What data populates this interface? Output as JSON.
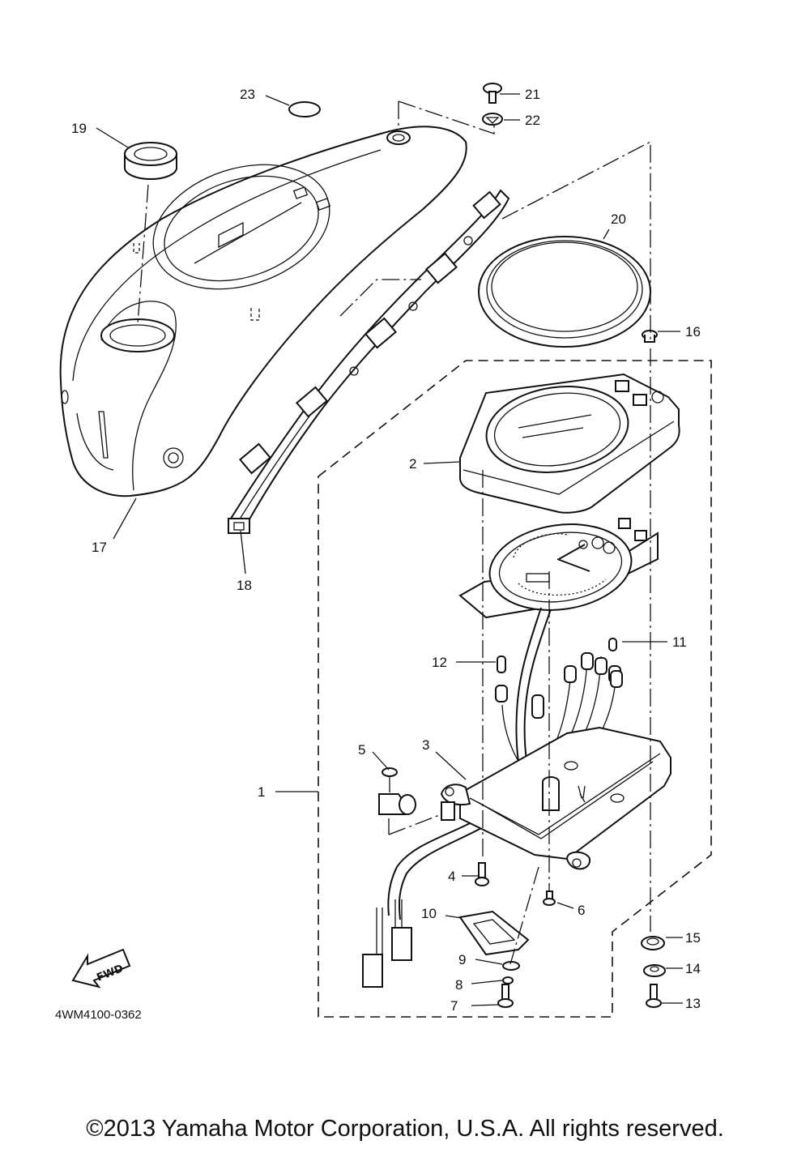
{
  "diagram": {
    "drawing_code": "4WM4100-0362",
    "fwd_label": "FWD",
    "callouts": [
      "1",
      "2",
      "3",
      "4",
      "5",
      "6",
      "7",
      "8",
      "9",
      "10",
      "11",
      "12",
      "13",
      "14",
      "15",
      "16",
      "17",
      "18",
      "19",
      "20",
      "21",
      "22",
      "23"
    ]
  },
  "footer": {
    "copyright": "©2013 Yamaha Motor Corporation, U.S.A. All rights reserved."
  }
}
